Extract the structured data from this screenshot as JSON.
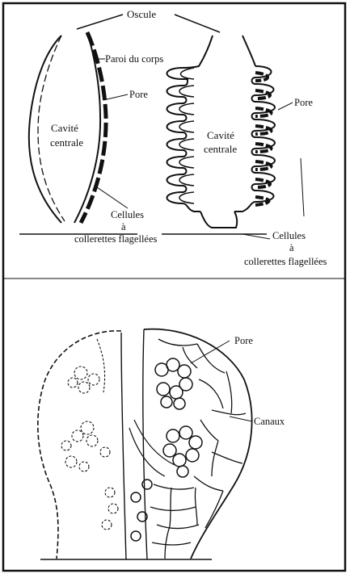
{
  "figure": {
    "top_labels": {
      "oscule": "Oscule",
      "paroi": "Paroi du corps",
      "pore_left": "Pore",
      "cavite_left_1": "Cavité",
      "cavite_left_2": "centrale",
      "cellules_left_1": "Cellules",
      "cellules_left_2": "à",
      "cellules_left_3": "collerettes flagellées",
      "pore_right": "Pore",
      "cavite_right_1": "Cavité",
      "cavite_right_2": "centrale",
      "cellules_right_1": "Cellules",
      "cellules_right_2": "à",
      "cellules_right_3": "collerettes flagellées"
    },
    "bottom_labels": {
      "pore": "Pore",
      "canaux": "Canaux"
    }
  }
}
